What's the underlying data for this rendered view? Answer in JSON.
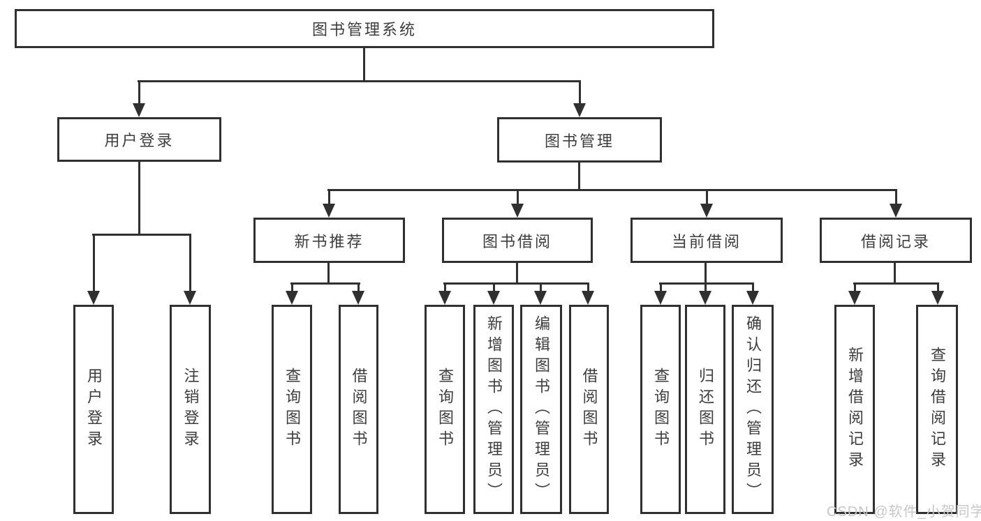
{
  "diagram": {
    "root": {
      "label": "图书管理系统"
    },
    "branches": [
      {
        "label": "用户登录",
        "children": [
          {
            "label": "用户登录"
          },
          {
            "label": "注销登录"
          }
        ]
      },
      {
        "label": "图书管理",
        "children": [
          {
            "label": "新书推荐",
            "children": [
              {
                "label": "查询图书"
              },
              {
                "label": "借阅图书"
              }
            ]
          },
          {
            "label": "图书借阅",
            "children": [
              {
                "label": "查询图书"
              },
              {
                "label": "新增图书（管理员）"
              },
              {
                "label": "编辑图书（管理员）"
              },
              {
                "label": "借阅图书"
              }
            ]
          },
          {
            "label": "当前借阅",
            "children": [
              {
                "label": "查询图书"
              },
              {
                "label": "归还图书"
              },
              {
                "label": "确认归还（管理员）"
              }
            ]
          },
          {
            "label": "借阅记录",
            "children": [
              {
                "label": "新增借阅记录"
              },
              {
                "label": "查询借阅记录"
              }
            ]
          }
        ]
      }
    ]
  },
  "watermark": {
    "text": "CSDN @软件_小贺同学"
  },
  "colors": {
    "line": "#303030",
    "text": "#3d3d3d",
    "watermark": "#c7c7c7",
    "background": "#ffffff"
  }
}
